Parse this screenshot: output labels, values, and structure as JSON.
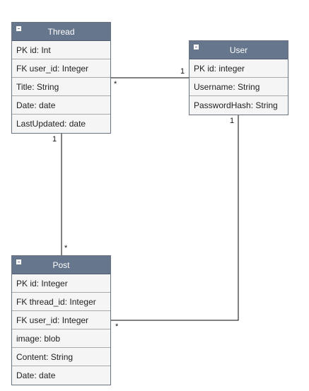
{
  "entities": {
    "thread": {
      "title": "Thread",
      "fields": [
        "PK id: Int",
        "FK user_id: Integer",
        "Title: String",
        "Date: date",
        "LastUpdated: date"
      ]
    },
    "user": {
      "title": "User",
      "fields": [
        "PK id: integer",
        "Username: String",
        "PasswordHash: String"
      ]
    },
    "post": {
      "title": "Post",
      "fields": [
        "PK id: Integer",
        "FK thread_id: Integer",
        "FK user_id: Integer",
        "image: blob",
        "Content: String",
        "Date: date"
      ]
    }
  },
  "multiplicities": {
    "thread_user_user_end": "1",
    "thread_user_thread_end": "*",
    "thread_post_thread_end": "1",
    "thread_post_post_end": "*",
    "user_post_user_end": "1",
    "user_post_post_end": "*"
  },
  "colors": {
    "header": "#66768c",
    "row": "#f5f5f5",
    "line": "#000000"
  }
}
